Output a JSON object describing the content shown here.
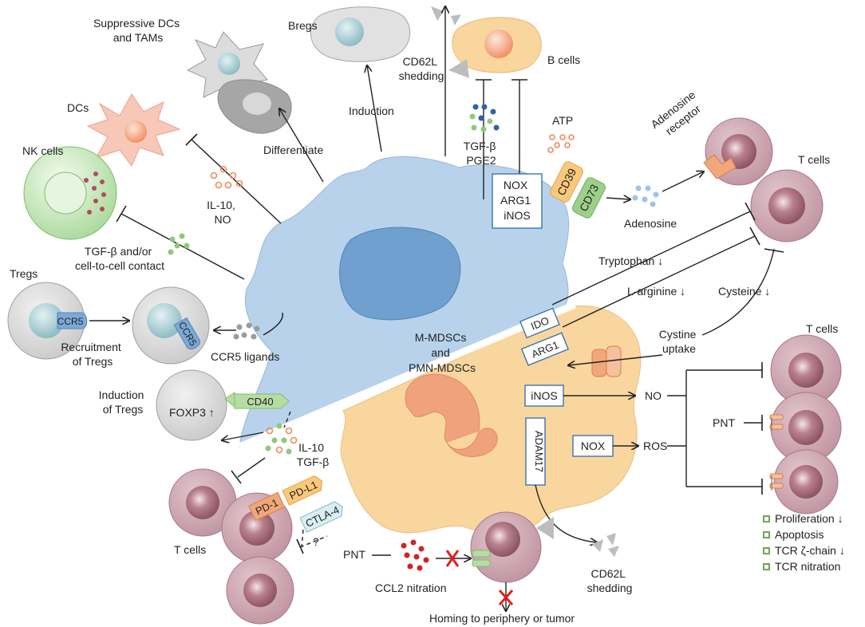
{
  "labels": {
    "suppressive_dcs": [
      "Suppressive DCs",
      "and TAMs"
    ],
    "bregs": "Bregs",
    "b_cells": "B cells",
    "cd62l_shedding_top": [
      "CD62L",
      "shedding"
    ],
    "induction": "Induction",
    "dcs": "DCs",
    "differentiate": "Differentiate",
    "nk_cells": "NK cells",
    "il10_no": [
      "IL-10,",
      "NO"
    ],
    "tgfb_contact": [
      "TGF-β and/or",
      "cell-to-cell contact"
    ],
    "tregs": "Tregs",
    "ccr5_a": "CCR5",
    "ccr5_b": "CCR5",
    "recruitment": [
      "Recruitment",
      "of Tregs"
    ],
    "ccr5_ligands": "CCR5 ligands",
    "induction_tregs": [
      "Induction",
      "of Tregs"
    ],
    "foxp3": "FOXP3 ↑",
    "cd40": "CD40",
    "il10_tgfb": [
      "IL-10",
      "TGF-β"
    ],
    "pd1": "PD-1",
    "pdl1": "PD-L1",
    "ctla4": "CTLA-4",
    "question": "?",
    "t_cells_bottom_left": "T cells",
    "pnt_bottom": "PNT",
    "ccl2_nitration": "CCL2 nitration",
    "cd62l_shedding_bottom": [
      "CD62L",
      "shedding"
    ],
    "homing": "Homing to periphery or tumor",
    "tgfb_pge2": [
      "TGF-β",
      "PGE2"
    ],
    "nox_arg1_inos": [
      "NOX",
      "ARG1",
      "iNOS"
    ],
    "atp": "ATP",
    "cd39": "CD39",
    "cd73": "CD73",
    "adenosine": "Adenosine",
    "adenosine_receptor": [
      "Adenosine",
      "receptor"
    ],
    "t_cells_top_right": "T cells",
    "tryptophan": "Tryptophan ↓",
    "l_arginine": "L-arginine ↓",
    "cysteine": "Cysteine ↓",
    "cystine_uptake": [
      "Cystine",
      "uptake"
    ],
    "mdsc": [
      "M-MDSCs",
      "and",
      "PMN-MDSCs"
    ],
    "ido": "IDO",
    "arg1": "ARG1",
    "inos": "iNOS",
    "nox": "NOX",
    "adam17": "ADAM17",
    "no": "NO",
    "ros": "ROS",
    "pnt_right": "PNT",
    "t_cells_right": "T cells"
  },
  "legend": [
    "Proliferation ↓",
    "Apoptosis",
    "TCR ζ-chain ↓",
    "TCR nitration"
  ],
  "colors": {
    "mdsc_blue": "#b8d2ec",
    "mdsc_orange": "#f9d69e",
    "tcell": "#c9a0aa",
    "tcell_nucleus": "#9c6674",
    "grey_cell": "#d7d7d7",
    "treg_nucleus": "#a8cdd3",
    "nk_cell": "#d6eecf",
    "dc_cell": "#f7c8b8",
    "b_cell": "#f9d69e",
    "legend_box": "#6aa84f"
  }
}
